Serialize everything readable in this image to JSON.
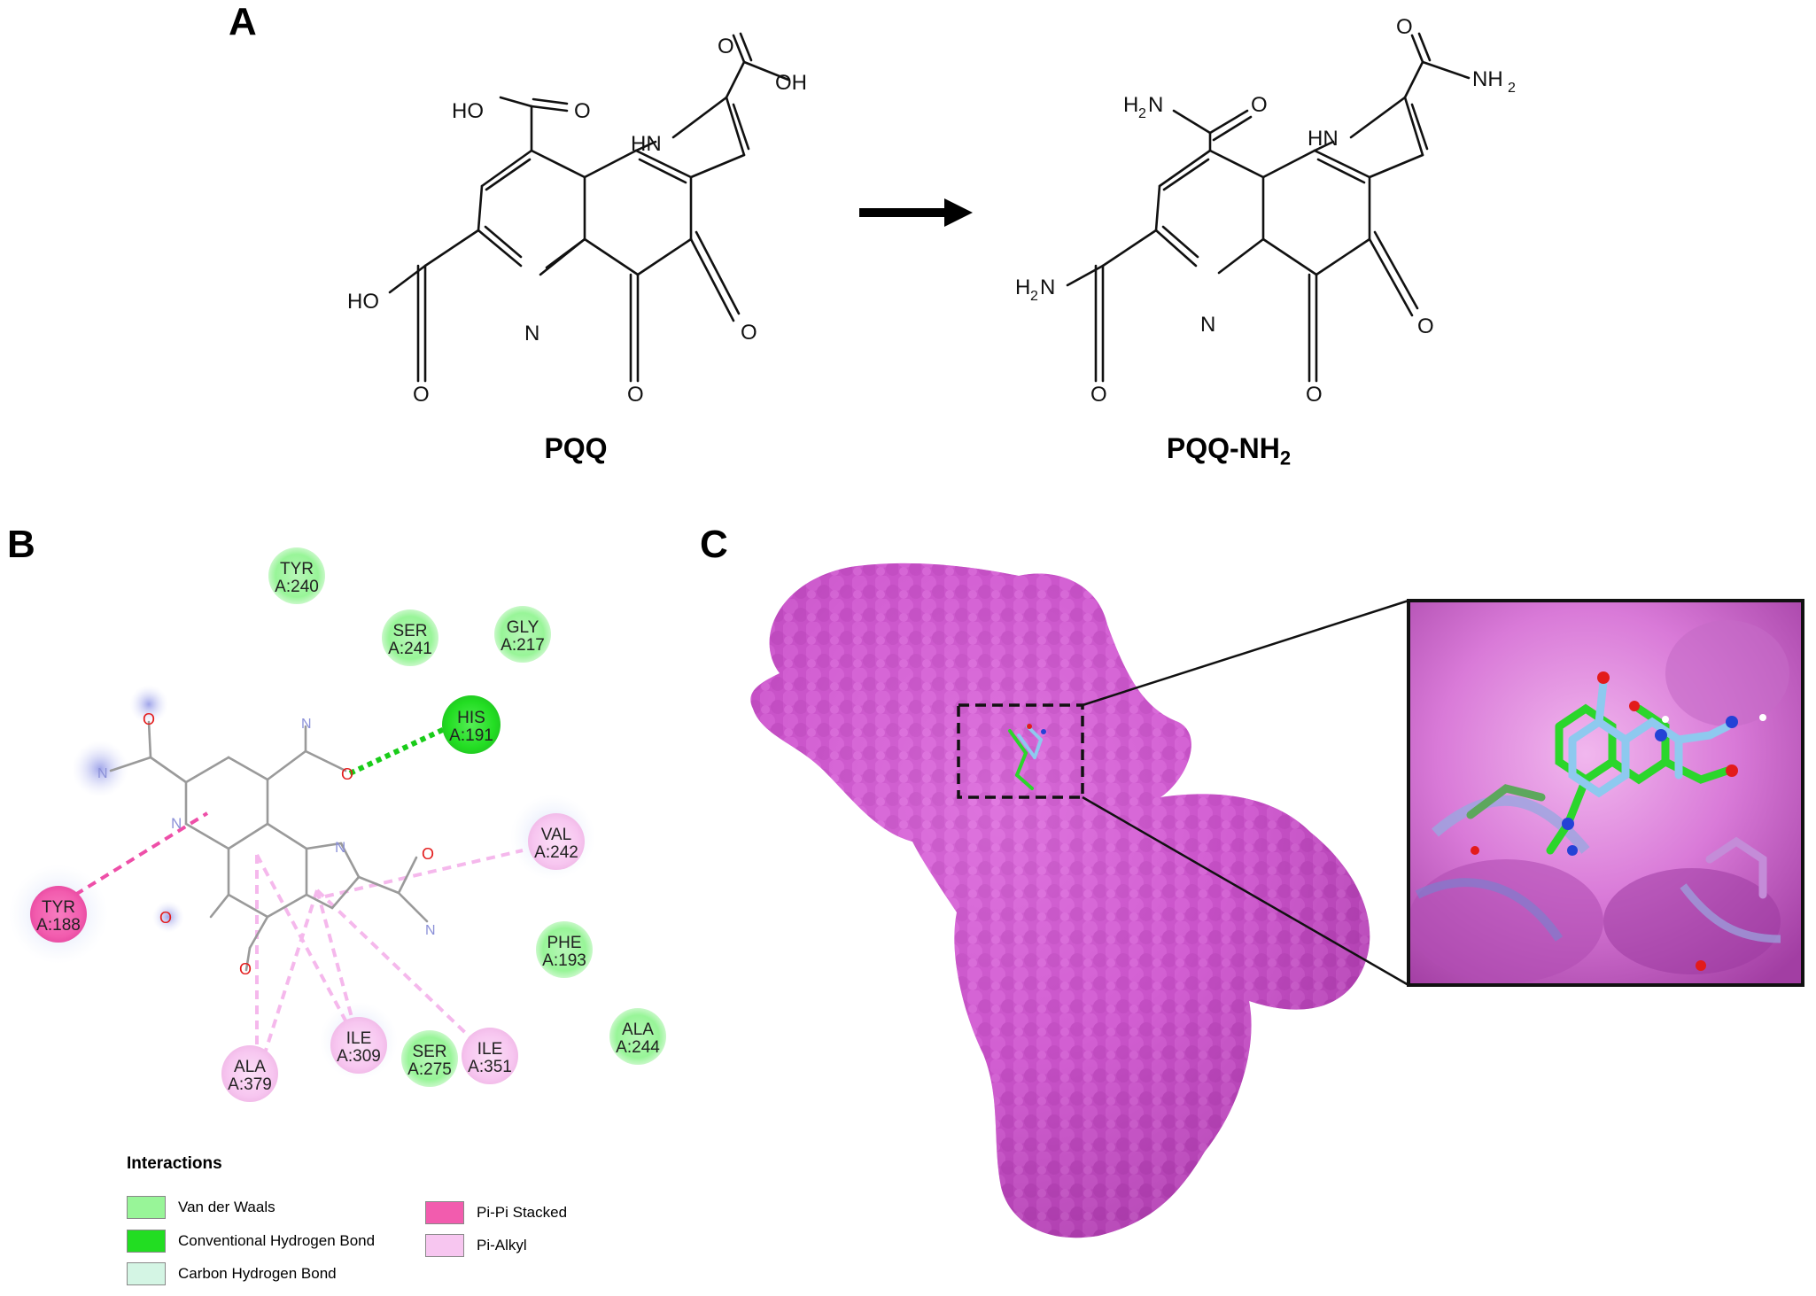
{
  "panels": {
    "a": "A",
    "b": "B",
    "c": "C"
  },
  "molecules": {
    "pqq": {
      "caption": "PQQ",
      "labels": {
        "oh_top": "OH",
        "ho_top": "HO",
        "ho_left": "HO",
        "hn": "HN",
        "n": "N",
        "o1": "O",
        "o2": "O",
        "o3": "O",
        "o4": "O",
        "o5": "O",
        "o6": "O"
      }
    },
    "pqq_nh2": {
      "caption_main": "PQQ-NH",
      "caption_sub": "2",
      "labels": {
        "nh2_top_right": "NH",
        "h2n_top": "H",
        "h2n_top_n": "N",
        "h2n_left": "H",
        "h2n_left_n": "N",
        "sub2": "2",
        "hn": "HN",
        "n": "N",
        "o1": "O",
        "o2": "O",
        "o3": "O",
        "o4": "O",
        "o5": "O",
        "o6": "O"
      }
    }
  },
  "interaction_map": {
    "atom_labels": {
      "o": "O",
      "n": "N"
    },
    "residues": [
      {
        "id": "tyr240",
        "name": "TYR",
        "pos": "A:240",
        "type": "Van der Waals"
      },
      {
        "id": "ser241",
        "name": "SER",
        "pos": "A:241",
        "type": "Van der Waals"
      },
      {
        "id": "gly217",
        "name": "GLY",
        "pos": "A:217",
        "type": "Van der Waals"
      },
      {
        "id": "his191",
        "name": "HIS",
        "pos": "A:191",
        "type": "Conventional Hydrogen Bond"
      },
      {
        "id": "val242",
        "name": "VAL",
        "pos": "A:242",
        "type": "Pi-Alkyl"
      },
      {
        "id": "tyr188",
        "name": "TYR",
        "pos": "A:188",
        "type": "Pi-Pi Stacked"
      },
      {
        "id": "phe193",
        "name": "PHE",
        "pos": "A:193",
        "type": "Van der Waals"
      },
      {
        "id": "ala244",
        "name": "ALA",
        "pos": "A:244",
        "type": "Van der Waals"
      },
      {
        "id": "ile309",
        "name": "ILE",
        "pos": "A:309",
        "type": "Pi-Alkyl"
      },
      {
        "id": "ser275",
        "name": "SER",
        "pos": "A:275",
        "type": "Van der Waals"
      },
      {
        "id": "ile351",
        "name": "ILE",
        "pos": "A:351",
        "type": "Pi-Alkyl"
      },
      {
        "id": "ala379",
        "name": "ALA",
        "pos": "A:379",
        "type": "Pi-Alkyl"
      }
    ],
    "legend": {
      "title": "Interactions",
      "items": [
        {
          "label": "Van der Waals",
          "color": "#98f598"
        },
        {
          "label": "Conventional Hydrogen Bond",
          "color": "#22dd22"
        },
        {
          "label": "Carbon Hydrogen Bond",
          "color": "#d4f5e4"
        },
        {
          "label": "Pi-Pi Stacked",
          "color": "#f25cae"
        },
        {
          "label": "Pi-Alkyl",
          "color": "#f7c6f0"
        }
      ]
    }
  },
  "colors": {
    "protein_surface": "#cc55cc",
    "ligand_green": "#2bd62b",
    "ligand_blue": "#8ec9ef",
    "vdw": "#98f598",
    "hbond": "#22dd22",
    "pi_pi": "#f25cae",
    "pi_alkyl": "#f7c6f0",
    "hbond_line": "#19cc19",
    "pi_pi_line": "#ee4fa8",
    "pi_alkyl_line": "#f5b8ec"
  },
  "icons": {
    "reaction_arrow": "right-arrow-icon"
  }
}
